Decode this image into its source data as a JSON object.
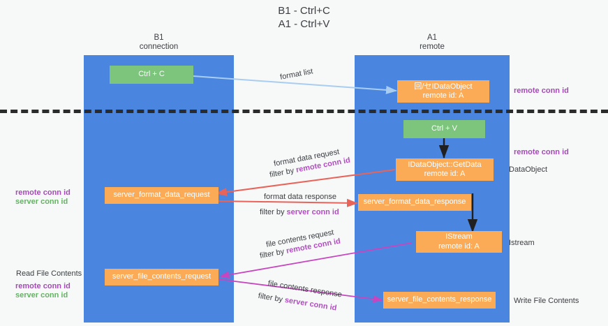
{
  "title": "B1 - Ctrl+C\nA1 - Ctrl+V",
  "lanes": [
    {
      "name": "lane-b1",
      "header": "B1\nconnection"
    },
    {
      "name": "lane-a1",
      "header": "A1\nremote"
    }
  ],
  "boxes": {
    "ctrl_c": "Ctrl + C",
    "ctrl_v": "Ctrl + V",
    "idataobject_line1": "回/セIDataObject",
    "idataobject_line2": "remote id: A",
    "getdata_line1": "IDataObject::GetData",
    "getdata_line2": "remote id: A",
    "istream_line1": "IStream",
    "istream_line2": "remote id: A",
    "server_format_data_request": "server_format_data_request",
    "server_format_data_response": "server_format_data_response",
    "server_file_contents_request": "server_file_contents_request",
    "server_file_contents_response": "server_file_contents_response"
  },
  "edges": {
    "format_list": "format list",
    "format_data_request": "format data request",
    "format_data_request_filter_prefix": "filter by ",
    "format_data_request_filter_key": "remote conn id",
    "format_data_response": "format data response",
    "format_data_response_filter_prefix": "filter by ",
    "format_data_response_filter_key": "server conn id",
    "file_contents_request": "file contents request",
    "file_contents_request_filter_prefix": "filter by ",
    "file_contents_request_filter_key": "remote conn id",
    "file_contents_response": "file contents response",
    "file_contents_response_filter_prefix": "filter by ",
    "file_contents_response_filter_key": "server conn id"
  },
  "annotations": {
    "right_remote_conn_id_top": "remote conn id",
    "right_remote_conn_id_mid": "remote conn id",
    "right_dataobject": "DataObject",
    "right_istream": "Istream",
    "right_write_file_contents": "Write File Contents",
    "left_remote_conn_id_mid": "remote conn id",
    "left_server_conn_id_mid": "server conn id",
    "left_read_file_contents": "Read File Contents",
    "left_remote_conn_id_bot": "remote conn id",
    "left_server_conn_id_bot": "server conn id"
  },
  "colors": {
    "lane": "#4a86e0",
    "green_box": "#7dc47d",
    "orange_box": "#fbab55",
    "divider": "#2b2b2b",
    "arrow_format_list": "#a8cdf0",
    "arrow_format_data": "#e8645a",
    "arrow_black": "#202020",
    "arrow_file_contents": "#c746c0",
    "text_remote_key": "#b24ec2",
    "text_server_key": "#63b363",
    "background": "#f7f8f8"
  }
}
